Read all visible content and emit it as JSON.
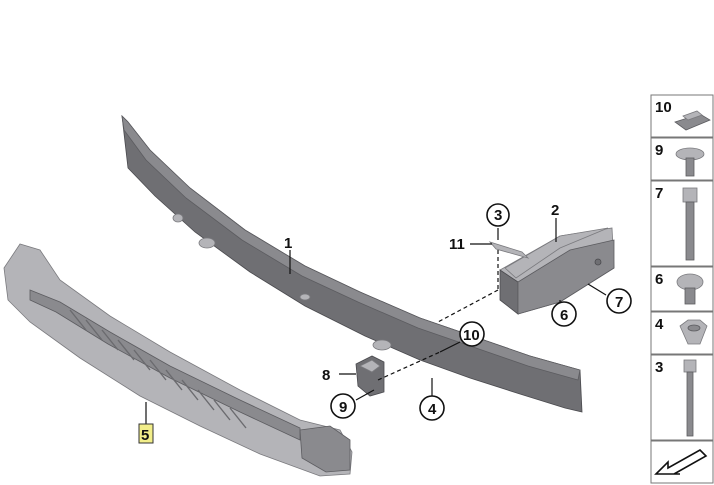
{
  "callouts": {
    "c1": "1",
    "c2": "2",
    "c3": "3",
    "c4": "4",
    "c5": "5",
    "c6": "6",
    "c7": "7",
    "c8": "8",
    "c9": "9",
    "c10": "10",
    "c11": "11"
  },
  "legend": [
    {
      "num": "10",
      "icon": "spring-nut-icon"
    },
    {
      "num": "9",
      "icon": "expanding-rivet-icon"
    },
    {
      "num": "7",
      "icon": "hex-bolt-long-icon"
    },
    {
      "num": "6",
      "icon": "expanding-rivet-small-icon"
    },
    {
      "num": "4",
      "icon": "hex-nut-icon"
    },
    {
      "num": "3",
      "icon": "hex-bolt-icon"
    }
  ],
  "colors": {
    "part_dark": "#6f6f73",
    "part_mid": "#8a8a8e",
    "part_light": "#b4b4b8",
    "highlight": "#f2ee8a"
  }
}
